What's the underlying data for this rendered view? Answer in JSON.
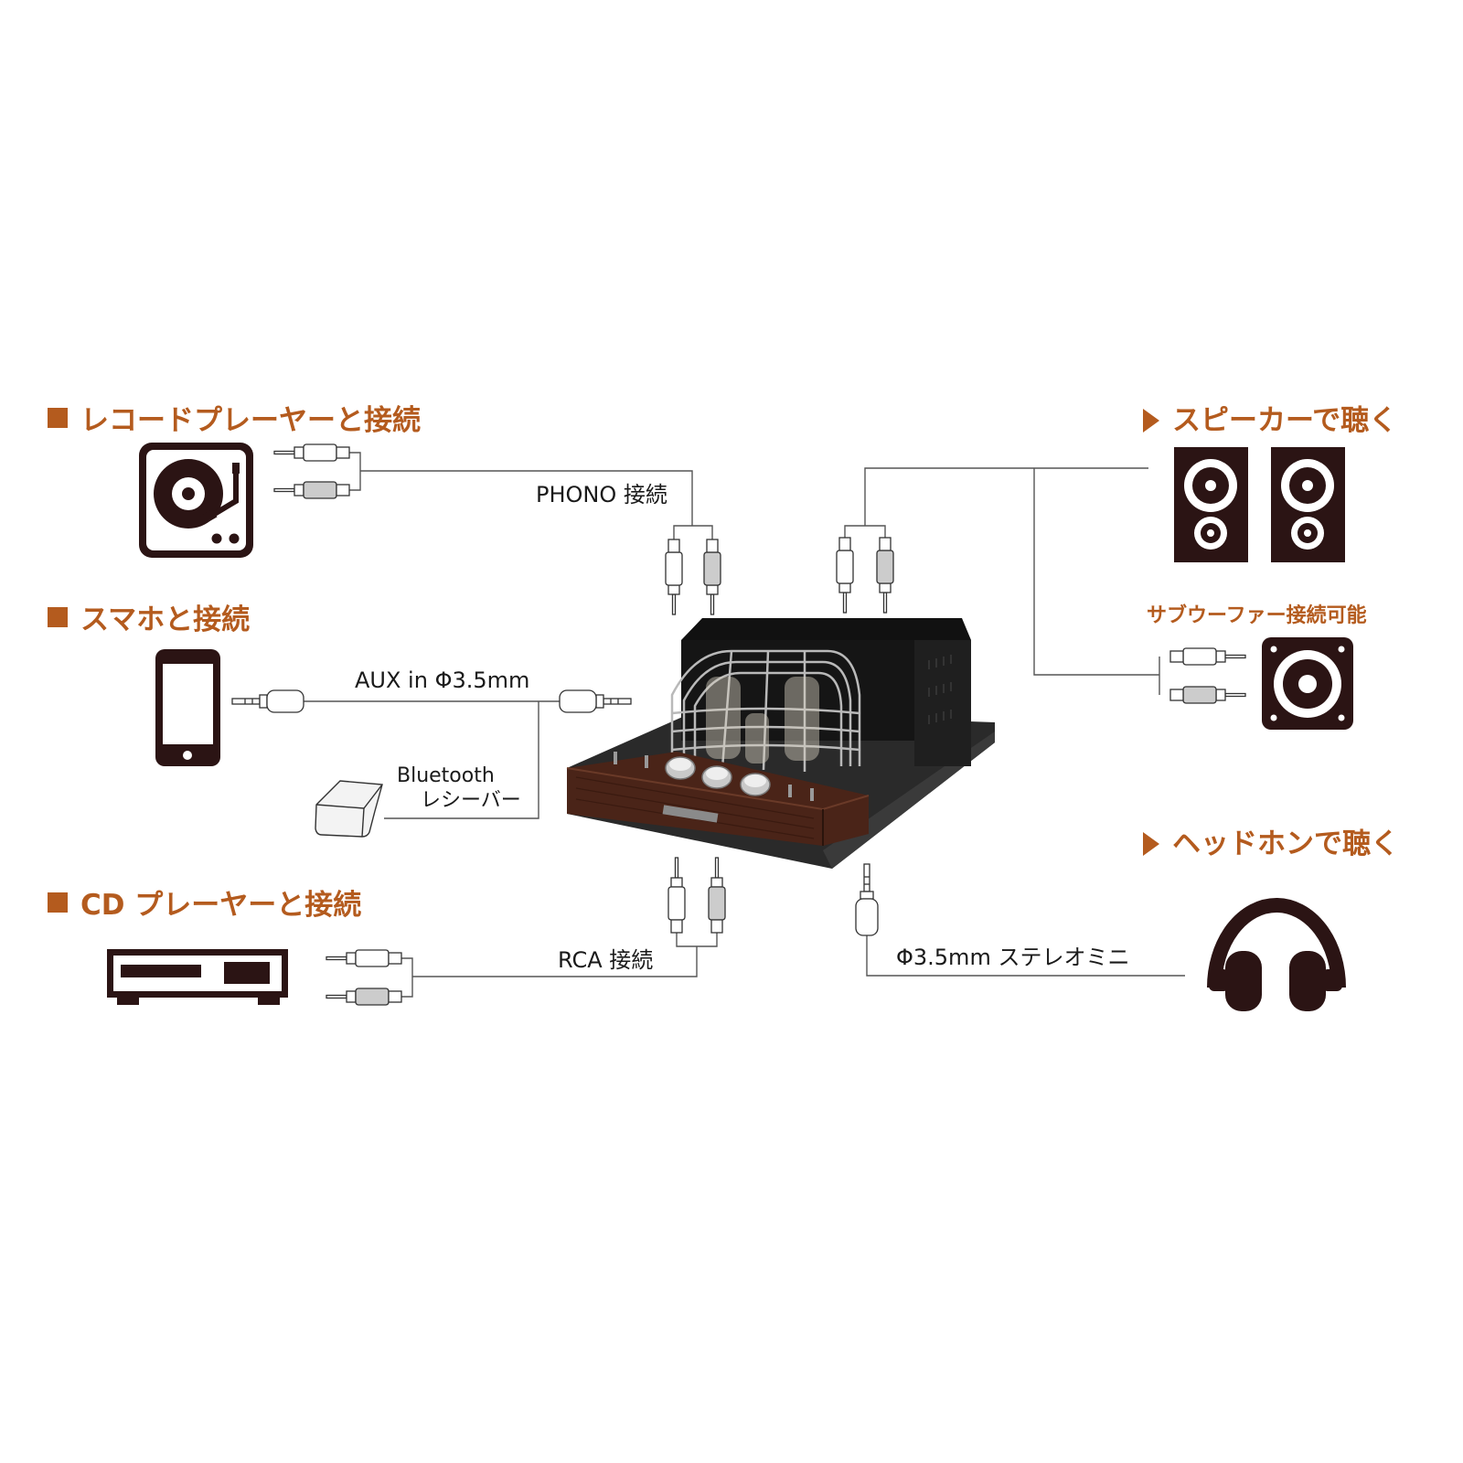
{
  "headings": {
    "record_player": "レコードプレーヤーと接続",
    "smartphone": "スマホと接続",
    "cd_player": "CD プレーヤーと接続",
    "speakers": "スピーカーで聴く",
    "subwoofer": "サブウーファー接続可能",
    "headphones": "ヘッドホンで聴く"
  },
  "labels": {
    "phono": "PHONO 接続",
    "aux": "AUX  in Φ3.5mm",
    "bluetooth_line1": "Bluetooth",
    "bluetooth_line2": "レシーバー",
    "rca": "RCA 接続",
    "stereo_mini": "Φ3.5mm ステレオミニ"
  },
  "colors": {
    "accent": "#b45b1e",
    "icon": "#2b1414",
    "line": "#555555",
    "wood": "#4a2418",
    "chassis": "#1c1c1c"
  },
  "icons": [
    "turntable-icon",
    "smartphone-icon",
    "bluetooth-receiver-icon",
    "cd-player-icon",
    "speaker-icon",
    "subwoofer-icon",
    "headphones-icon",
    "rca-plug-icon",
    "mini-jack-icon",
    "tube-amplifier-image"
  ]
}
